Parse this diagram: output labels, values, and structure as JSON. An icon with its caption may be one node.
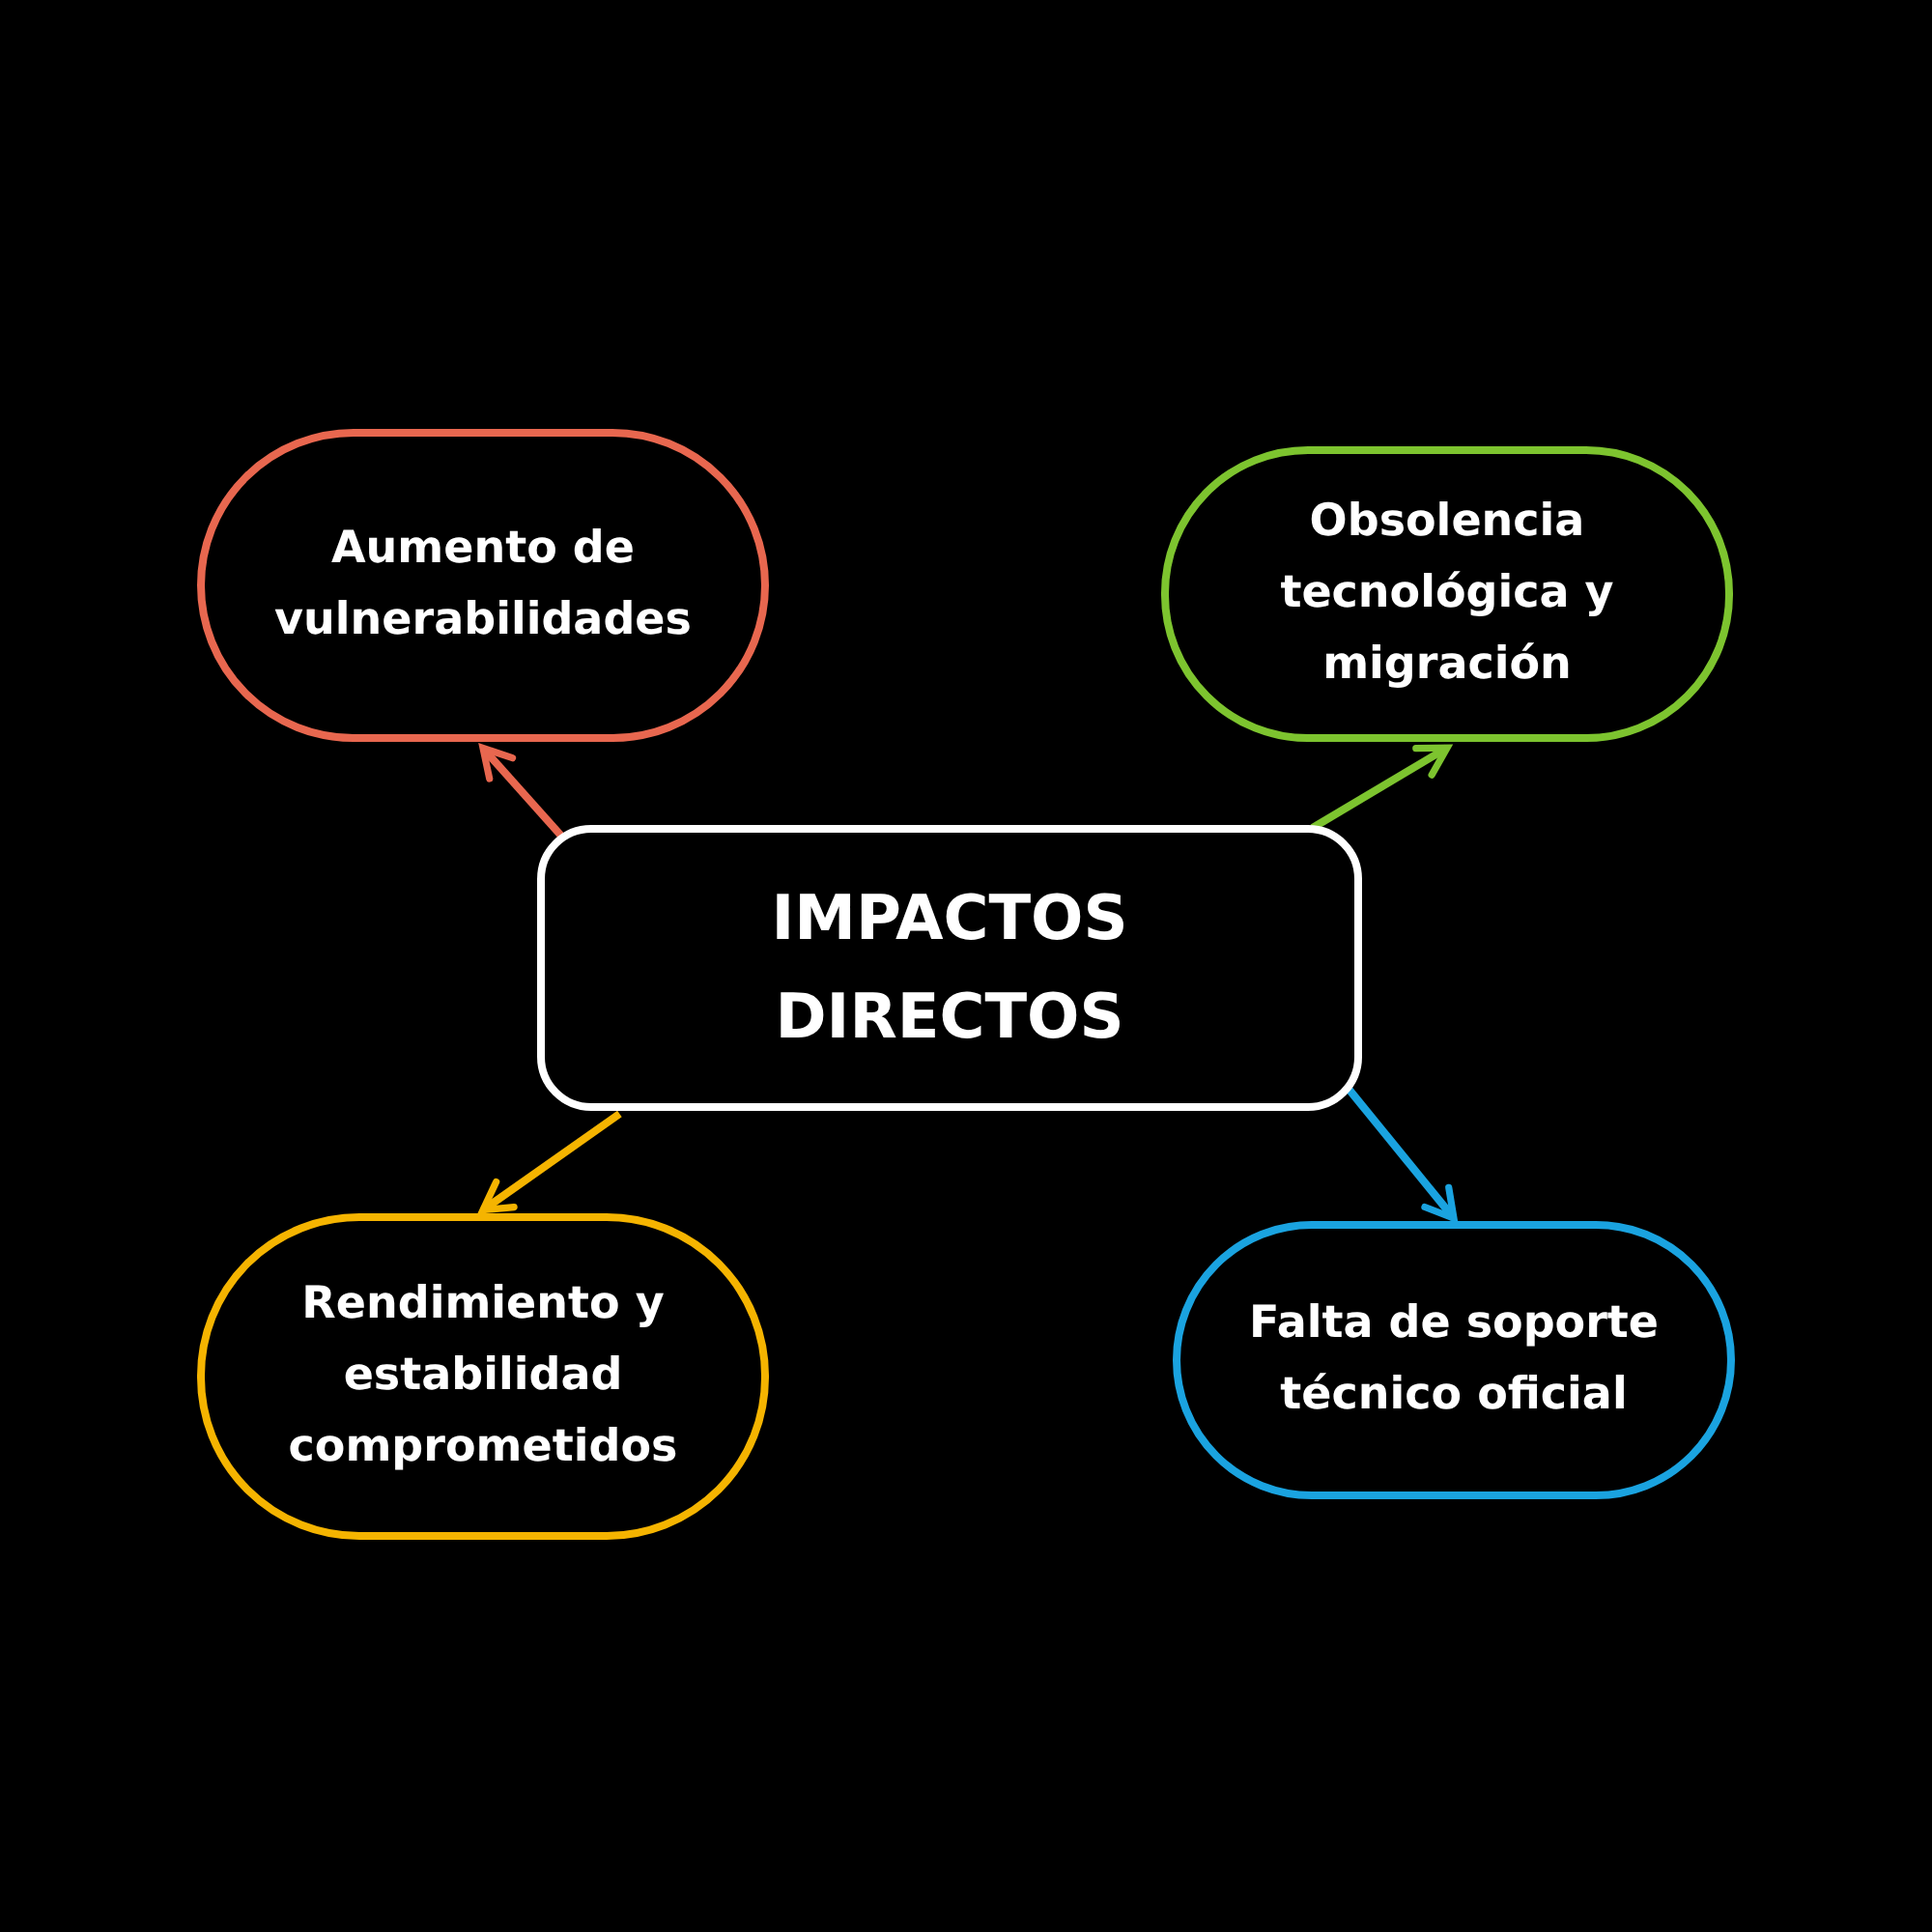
{
  "diagram": {
    "nodes": [
      {
        "text": [
          "IMPACTOS DIRECTOS"
        ]
      },
      {
        "text": [
          "Aumento de vulnerabilidades"
        ]
      },
      {
        "text": [
          "Obsolencia tecnológica y migración"
        ]
      },
      {
        "text": [
          "Rendimiento y estabilidad comprometidos"
        ]
      },
      {
        "text": [
          "Falta de soporte técnico oficial"
        ]
      }
    ],
    "edges": [
      {
        "from": 0,
        "to": 1,
        "arrow": "to",
        "color": "#e8674f"
      },
      {
        "from": 0,
        "to": 2,
        "arrow": "to",
        "color": "#7dc42f"
      },
      {
        "from": 0,
        "to": 3,
        "arrow": "to",
        "color": "#f5b400"
      },
      {
        "from": 0,
        "to": 4,
        "arrow": "to",
        "color": "#1aa3e0"
      }
    ]
  }
}
